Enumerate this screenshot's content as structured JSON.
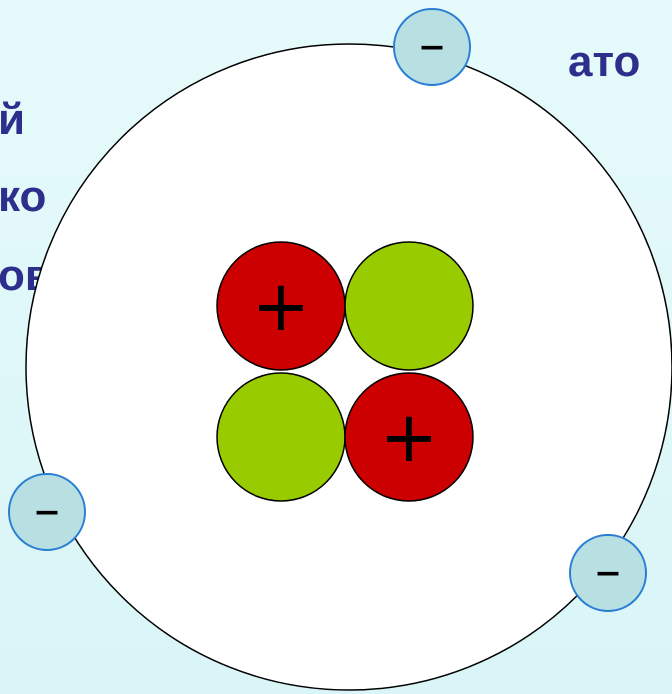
{
  "text_fragments": {
    "top_right": "ато",
    "left_line_1": "й",
    "left_line_2": "ко",
    "left_line_3": "ов"
  },
  "electron_sign": "–",
  "proton_sign": "+",
  "colors": {
    "background": "#dff7f8",
    "text": "#2e2e8c",
    "orbit": "#000000",
    "atom_fill": "#ffffff",
    "proton": "#cc0000",
    "neutron": "#99cc00",
    "electron": "#b8dfe2",
    "electron_border": "#2a7fd4"
  },
  "nucleus": [
    {
      "type": "proton",
      "sign": "+"
    },
    {
      "type": "neutron",
      "sign": ""
    },
    {
      "type": "neutron",
      "sign": ""
    },
    {
      "type": "proton",
      "sign": "+"
    }
  ],
  "electrons": 3
}
